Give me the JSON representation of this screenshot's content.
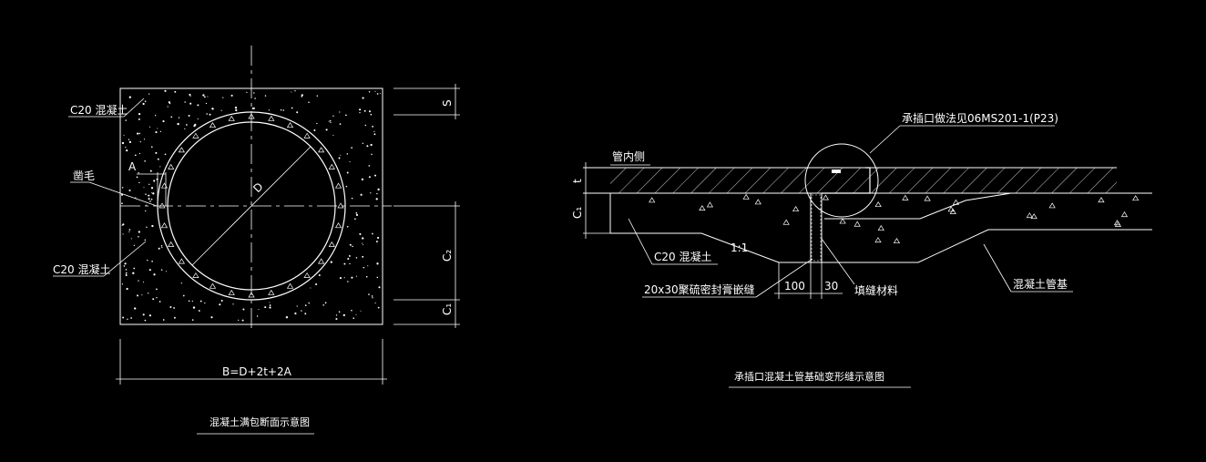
{
  "left_figure": {
    "title": "混凝土满包断面示意图",
    "labels": {
      "c20_top": "C20 混凝土",
      "c20_bottom": "C20 混凝土",
      "roughen": "凿毛",
      "A": "A",
      "D": "D",
      "S": "S",
      "C2": "C₂",
      "C1": "C₁",
      "width_formula": "B=D+2t+2A"
    }
  },
  "right_figure": {
    "title": "承插口混凝土管基础变形缝示意图",
    "labels": {
      "socket_ref": "承插口做法见06MS201-1(P23)",
      "pipe_inside": "管内侧",
      "t": "t",
      "C1": "C₁",
      "c20": "C20 混凝土",
      "slope": "1:1",
      "sealant": "20x30聚硫密封膏嵌缝",
      "dim_100": "100",
      "dim_30": "30",
      "filler": "填缝材料",
      "pipe_base": "混凝土管基"
    }
  },
  "colors": {
    "background": "#000000",
    "lines": "#ffffff",
    "hatch": "#ffffff"
  }
}
